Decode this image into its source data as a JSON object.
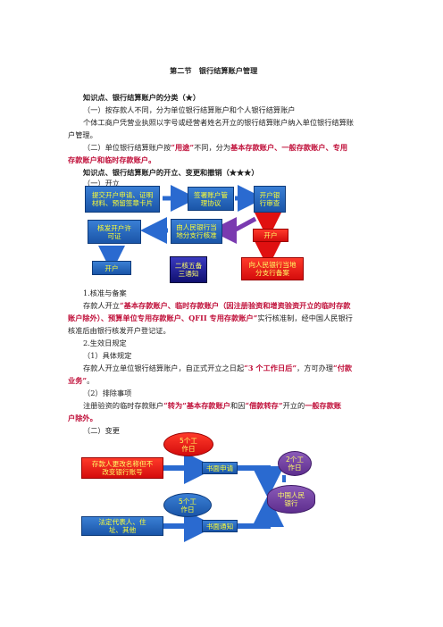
{
  "title": "第二节　银行结算账户管理",
  "kp1": {
    "heading": "知识点、银行结算账户的分类（★）",
    "line1": "（一）按存款人不同，分为单位银行结算账户和个人银行结算账户",
    "line2a": "个体工商户凭营业执照以字号或经营者姓名开立的银行结算账户纳入单位银行结算账",
    "line2b": "户管理。",
    "line3_pre": "（二）单位银行结算账户按",
    "line3_q": "“用途”",
    "line3_mid": "不同，分为",
    "line3_types": "基本存款账户、一般存款账户、专用",
    "line4": "存款账户和临时存款账户。"
  },
  "kp2": {
    "heading": "知识点、银行结算账户的开立、变更和撤销（★★★）",
    "sub1": "（一）开立"
  },
  "flow1": {
    "submit": "提交开户申请、证明材料、预留签章卡片",
    "sign": "签署账户管理协议",
    "bank_review": "开户银行审查",
    "pboc_approve": "由人民银行当地分支行核准",
    "issue_permit": "核发开户许可证",
    "open_left": "开户",
    "legend": "二核五备三通知",
    "open_right": "开户",
    "report": "向人民银行当地分支行备案"
  },
  "sec1": {
    "item1": "1.核准与备案",
    "p1_pre": "存款人开立",
    "p1_red": "“基本存款账户、临时存款账户（因注册验资和增资验资开立的临时存款",
    "p1_red2": "账户除外）、预算单位专用存款账户、QFII 专用存款账户”",
    "p1_post": "实行核准制，经中国人民银行",
    "p1_line3": "核准后由银行核发开户登记证。",
    "item2": "2.生效日规定",
    "item2_1": "（1）具体规定",
    "p2_pre": "存款人开立单位银行结算账户，自正式开立之日起",
    "p2_red": "“3 个工作日后”",
    "p2_mid": "，方可办理",
    "p2_red2": "“付款",
    "p2_red3": "业务”",
    "p2_end": "。",
    "item2_2": "（2）排除事项",
    "p3_pre": "注册验资的临时存款账户",
    "p3_red": "“转为”基本存款账户",
    "p3_mid": "和因",
    "p3_red2": "“借款转存”",
    "p3_mid2": "开立的",
    "p3_red3": "一般存款账",
    "p3_red4": "户除外。",
    "sub2": "（二）变更"
  },
  "flow2": {
    "days5_top": "5个工作日",
    "name_change": "存款人更改名称但不改变银行账号",
    "apply": "书面申请",
    "days2": "2个工作日",
    "pboc": "中国人民银行",
    "days5_bottom": "5个工作日",
    "other_change": "法定代表人、住址、其他",
    "notify": "书面通知"
  }
}
